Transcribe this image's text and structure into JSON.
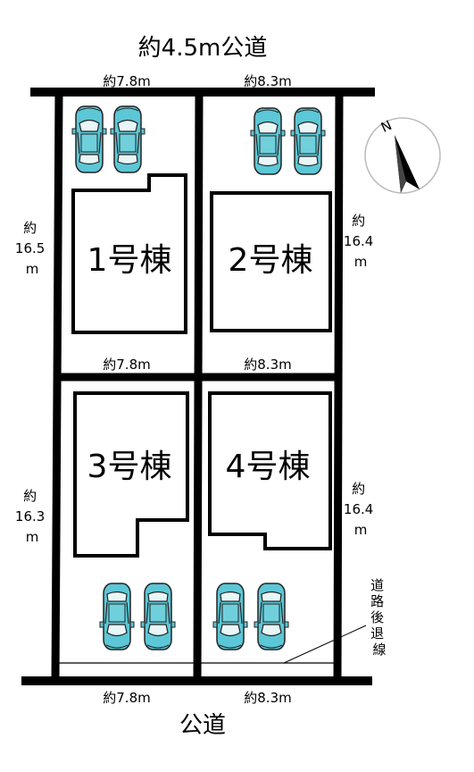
{
  "roads": {
    "top": "約4.5m公道",
    "bottom": "公道"
  },
  "dimensions": {
    "top_left": "約7.8m",
    "top_right": "約8.3m",
    "mid_left": "約7.8m",
    "mid_right": "約8.3m",
    "bottom_left": "約7.8m",
    "bottom_right": "約8.3m",
    "lot1_depth": [
      "約",
      "16.5",
      "m"
    ],
    "lot2_depth": [
      "約",
      "16.4",
      "m"
    ],
    "lot3_depth": [
      "約",
      "16.3",
      "m"
    ],
    "lot4_depth": [
      "約",
      "16.4",
      "m"
    ]
  },
  "buildings": {
    "b1": "1号棟",
    "b2": "2号棟",
    "b3": "3号棟",
    "b4": "4号棟"
  },
  "setback_label": [
    "道",
    "路",
    "後",
    "退",
    "線"
  ],
  "compass": {
    "letter": "N"
  },
  "colors": {
    "car_body": "#5cc7d6",
    "car_stroke": "#222222",
    "line": "#000000"
  }
}
